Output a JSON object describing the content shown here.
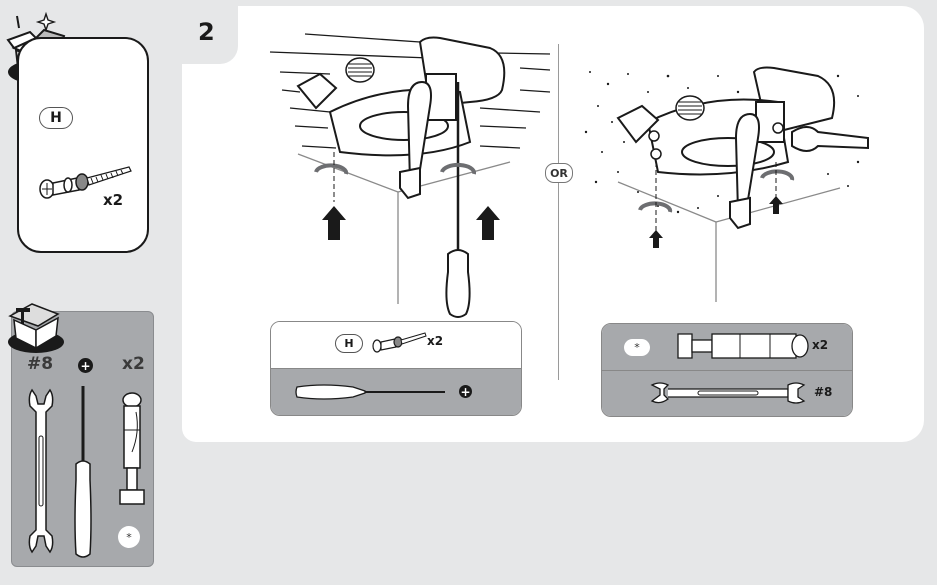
{
  "step": {
    "number": "2"
  },
  "parts_panel": {
    "icon": "open-box-icon",
    "part_label": "H",
    "part_name": "screw-with-anchor",
    "quantity": "x2"
  },
  "tools_panel": {
    "icon": "toolbox-icon",
    "wrench_size": "#8",
    "screwdriver_type_symbol": "+",
    "anchor_quantity": "x2",
    "anchor_label": "*"
  },
  "main": {
    "option_a": {
      "illustration": "mount-bracket-to-wooden-ceiling-with-screwdriver",
      "legend": {
        "part_label": "H",
        "part_quantity": "x2",
        "tool": "phillips-screwdriver",
        "tool_symbol": "+"
      }
    },
    "separator_label": "OR",
    "option_b": {
      "illustration": "mount-bracket-to-concrete-ceiling-with-wrench",
      "legend": {
        "part_label": "*",
        "part_quantity": "x2",
        "tool": "open-end-wrench",
        "tool_size": "#8"
      }
    }
  },
  "colors": {
    "background": "#e6e7e8",
    "panel": "#ffffff",
    "tool_grey": "#a7a9ac",
    "ink": "#1a1a1a"
  }
}
